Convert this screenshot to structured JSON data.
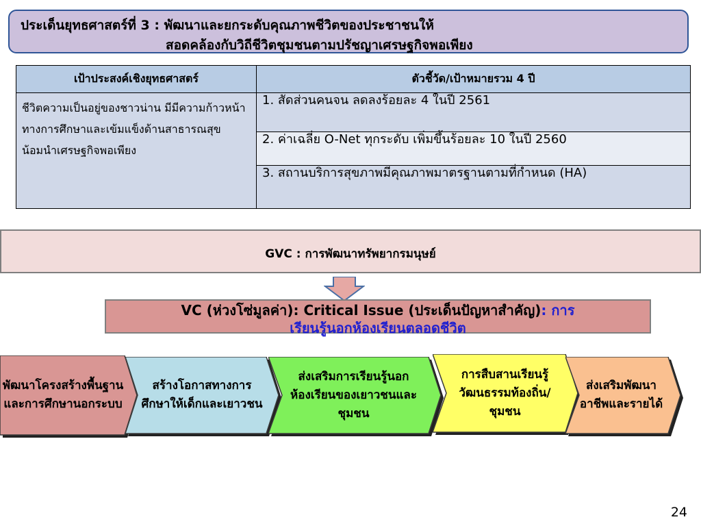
{
  "title": {
    "line1": "ประเด็นยุทธศาสตร์ที่ 3 : พัฒนาและยกระดับคุณภาพชีวิตของประชาชนให้",
    "line2": "สอดคล้องกับวิถีชีวิตชุมชนตามปรัชญาเศรษฐกิจพอเพียง"
  },
  "table": {
    "header_goal": "เป้าประสงค์เชิงยุทธศาสตร์",
    "header_indicators": "ตัวชี้วัด/เป้าหมายรวม 4 ปี",
    "goal": "ชีวิตความเป็นอยู่ของชาวน่าน มีมีความก้าวหน้า ทางการศึกษาและเข้มแข็งด้านสาธารณสุข น้อมนำเศรษฐกิจพอเพียง",
    "indicators": [
      "1. สัดส่วนคนจน ลดลงร้อยละ 4 ในปี 2561",
      "2. ค่าเฉลี่ย O-Net ทุกระดับ เพิ่มขึ้นร้อยละ 10 ในปี 2560",
      "3. สถานบริการสุขภาพมีคุณภาพมาตรฐานตามที่กำหนด (HA)"
    ]
  },
  "gvc": "GVC  : การพัฒนาทรัพยากรมนุษย์",
  "vc": {
    "prefix": "VC (ห่วงโซ่มูลค่า): Critical Issue (ประเด็นปัญหาสำคัญ)",
    "colon": ": ",
    "highlight_a": "การ",
    "highlight_b": "เรียนรู้นอกห้องเรียนตลอดชีวิต"
  },
  "chevrons": [
    {
      "label": "พัฒนาโครงสร้างพื้นฐานและการศึกษานอกระบบ",
      "color": "#d99694"
    },
    {
      "label": "สร้างโอกาสทางการศึกษาให้เด็กและเยาวชน",
      "color": "#b7dde8"
    },
    {
      "label": "ส่งเสริมการเรียนรู้นอกห้องเรียนของเยาวชนและชุมชน",
      "color": "#7ff05a"
    },
    {
      "label": "การสืบสานเรียนรู้วัฒนธรรมท้องถิ่น/ชุมชน",
      "color": "#ffff66"
    },
    {
      "label": "ส่งเสริมพัฒนาอาชีพและรายได้",
      "color": "#fac090"
    }
  ],
  "page_number": "24"
}
